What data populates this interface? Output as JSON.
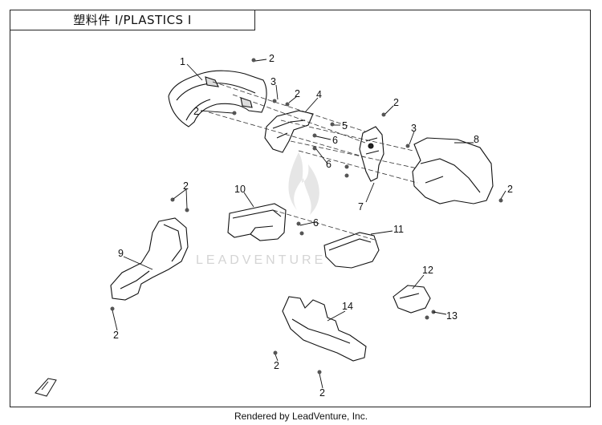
{
  "title": "塑料件 Ⅰ/PLASTICS Ⅰ",
  "watermark": "LEADVENTURE",
  "footer": "Rendered by LeadVenture, Inc.",
  "callouts": {
    "c1": "1",
    "c2a": "2",
    "c3a": "3",
    "c2b": "2",
    "c4": "4",
    "c2c": "2",
    "c2d": "2",
    "c5": "5",
    "c3b": "3",
    "c8": "8",
    "c6a": "6",
    "c6b": "6",
    "c7": "7",
    "c2e": "2",
    "c2f": "2",
    "c10": "10",
    "c6c": "6",
    "c11": "11",
    "c9": "9",
    "c2g": "2",
    "c12": "12",
    "c14": "14",
    "c13": "13",
    "c2h": "2",
    "c2i": "2"
  }
}
